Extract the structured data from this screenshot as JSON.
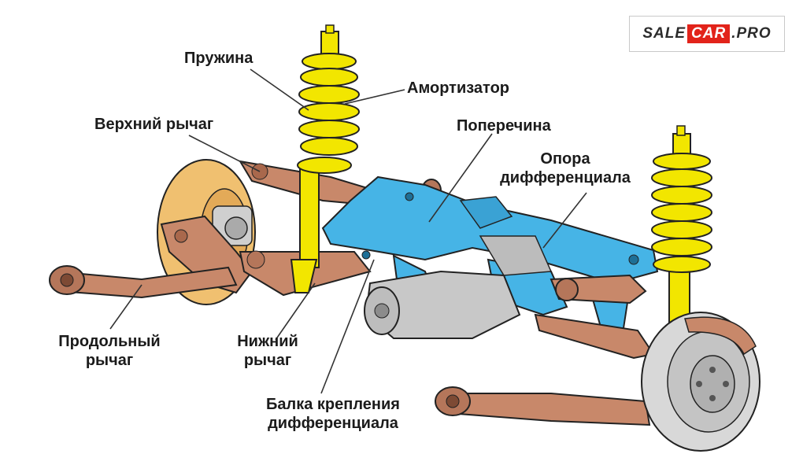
{
  "logo": {
    "part1": "SALE",
    "part2": "CAR",
    "part3": ".PRO"
  },
  "labels": {
    "spring": "Пружина",
    "shock": "Амортизатор",
    "upper_arm": "Верхний рычаг",
    "crossmember": "Поперечина",
    "diff_mount_1": "Опора",
    "diff_mount_2": "дифференциала",
    "trailing_arm_1": "Продольный",
    "trailing_arm_2": "рычаг",
    "lower_arm_1": "Нижний",
    "lower_arm_2": "рычаг",
    "diff_beam_1": "Балка крепления",
    "diff_beam_2": "дифференциала"
  },
  "colors": {
    "spring": "#f2e600",
    "subframe": "#46b4e6",
    "arm": "#c8886a",
    "hub": "#f0c070",
    "metal": "#c8c8c8",
    "leader": "#333333",
    "logo_red": "#e2231a"
  }
}
